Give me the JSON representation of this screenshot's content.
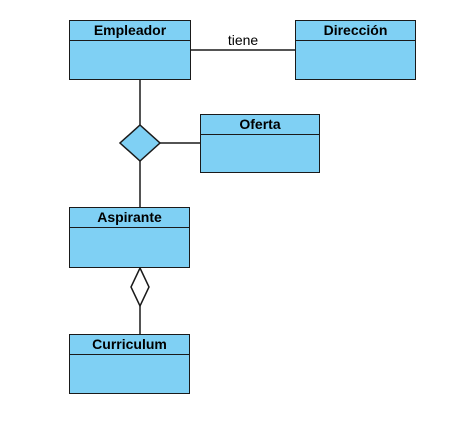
{
  "diagram": {
    "classes": {
      "empleador": {
        "name": "Empleador"
      },
      "direccion": {
        "name": "Dirección"
      },
      "oferta": {
        "name": "Oferta"
      },
      "aspirante": {
        "name": "Aspirante"
      },
      "curriculum": {
        "name": "Curriculum"
      }
    },
    "relationships": {
      "empleador_direccion": {
        "label": "tiene"
      }
    }
  },
  "colors": {
    "class_fill": "#7fd0f4",
    "diamond_fill": "#7fd0f4",
    "line": "#1a1a1a"
  }
}
